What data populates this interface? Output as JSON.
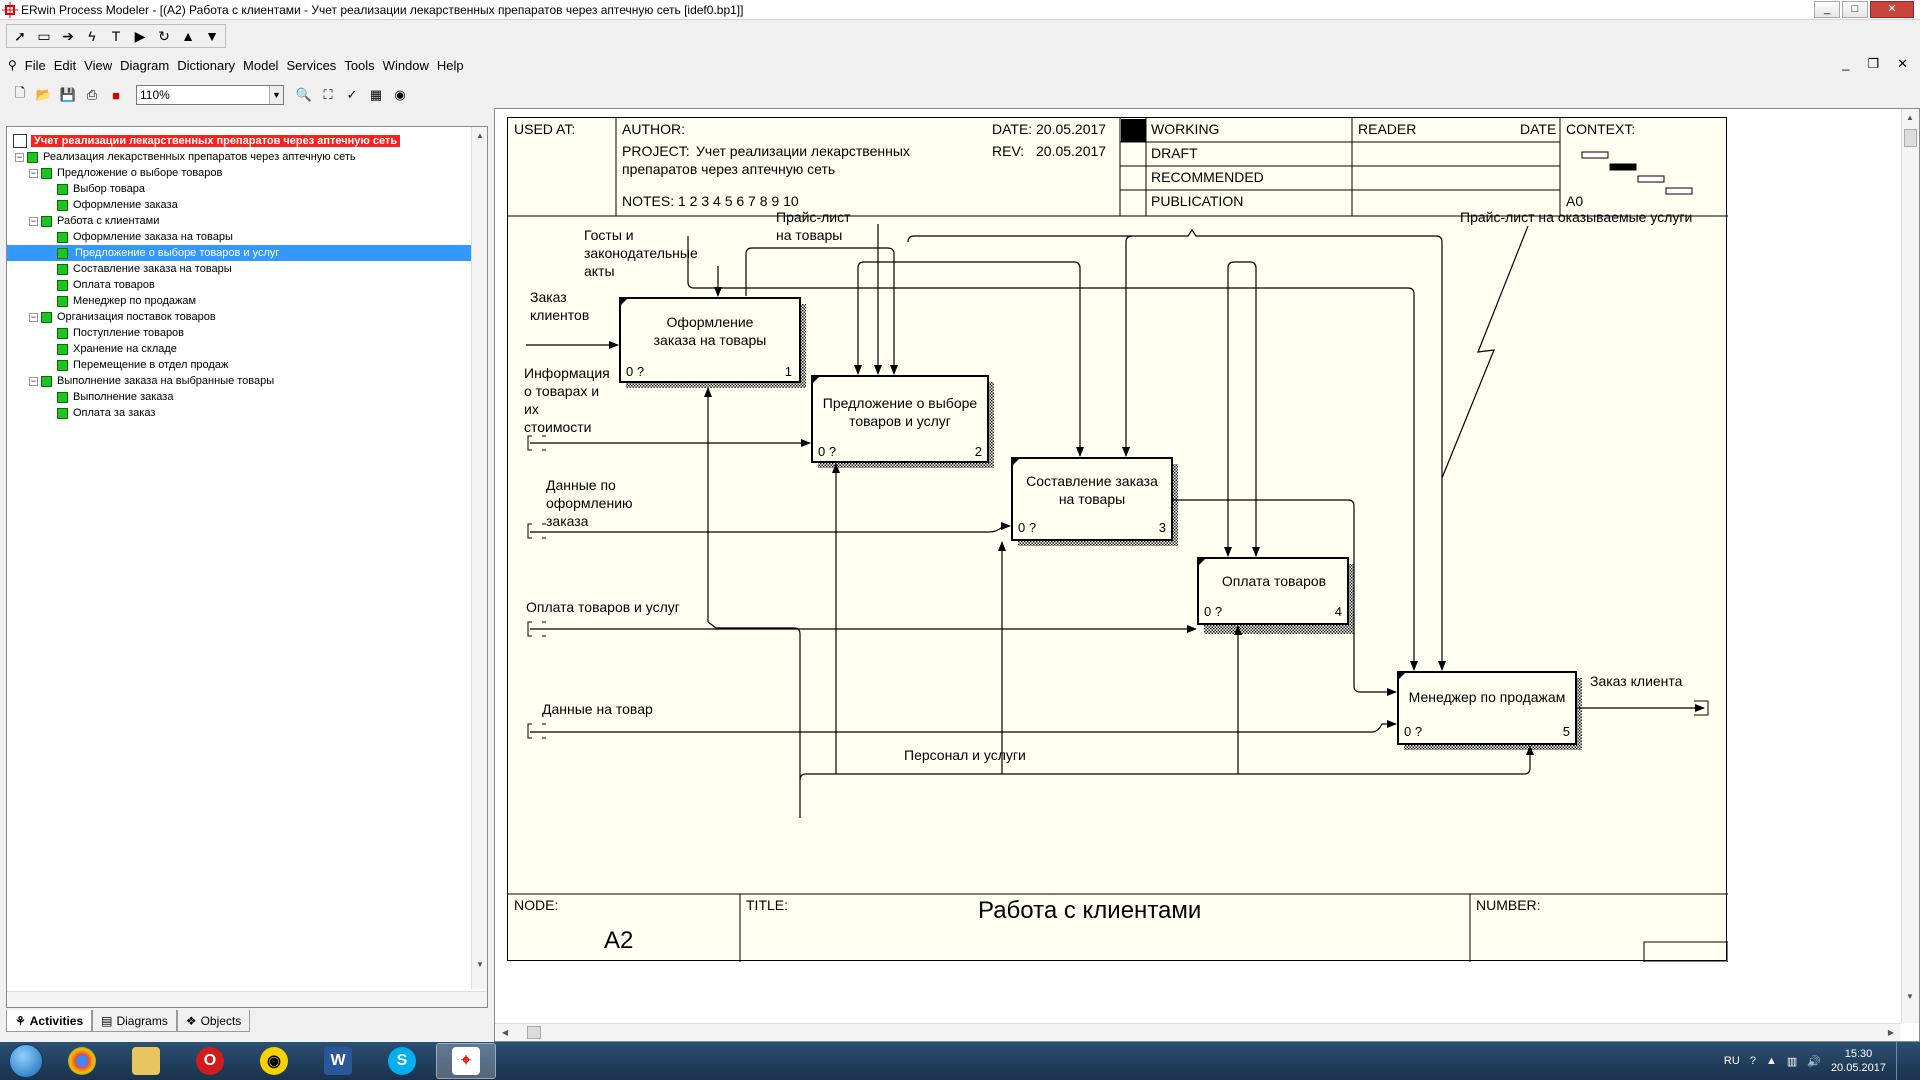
{
  "window": {
    "title": "ERwin Process Modeler - [(A2) Работа с клиентами - Учет реализации лекарственных препаратов через аптечную сеть  [idef0.bp1]]",
    "min": "_",
    "max": "□",
    "close": "✕"
  },
  "menu": [
    "File",
    "Edit",
    "View",
    "Diagram",
    "Dictionary",
    "Model",
    "Services",
    "Tools",
    "Window",
    "Help"
  ],
  "mdi": {
    "min": "_",
    "restore": "❐",
    "close": "✕"
  },
  "toolbar": {
    "zoom": "110%"
  },
  "tree": {
    "root": "Учет реализации лекарственных препаратов через аптечную сеть",
    "items": [
      {
        "level": 1,
        "label": "Реализация  лекарственных препаратов  через аптечную сеть",
        "exp": "⊟"
      },
      {
        "level": 2,
        "label": "Предложение о выборе товаров",
        "exp": "⊟"
      },
      {
        "level": 3,
        "label": "Выбор товара"
      },
      {
        "level": 3,
        "label": "Оформление заказа"
      },
      {
        "level": 2,
        "label": "Работа с клиентами",
        "exp": "⊟"
      },
      {
        "level": 3,
        "label": "Оформление  заказа на товары"
      },
      {
        "level": 3,
        "label": "Предложение о выборе  товаров и услуг",
        "selected": true
      },
      {
        "level": 3,
        "label": "Составление заказа  на товары"
      },
      {
        "level": 3,
        "label": "Оплата товаров"
      },
      {
        "level": 3,
        "label": "Менеджер по продажам"
      },
      {
        "level": 2,
        "label": "Организация поставок товаров",
        "exp": "⊟"
      },
      {
        "level": 3,
        "label": "Поступление товаров"
      },
      {
        "level": 3,
        "label": "Хранение на складе"
      },
      {
        "level": 3,
        "label": "Перемещение в  отдел продаж"
      },
      {
        "level": 2,
        "label": "Выполнение заказа  на выбранные товары",
        "exp": "⊟"
      },
      {
        "level": 3,
        "label": "Выполнение заказа"
      },
      {
        "level": 3,
        "label": "Оплата за заказ"
      }
    ]
  },
  "explorer_tabs": [
    "Activities",
    "Diagrams",
    "Objects"
  ],
  "header": {
    "used_at": "USED AT:",
    "author": "AUTHOR:",
    "project_label": "PROJECT:",
    "project_value": "Учет реализации лекарственных",
    "project_value2": "препаратов через аптечную сеть",
    "date_label": "DATE:",
    "date_value": "20.05.2017",
    "rev_label": "REV:",
    "rev_value": "20.05.2017",
    "notes": "NOTES:  1  2  3  4  5  6  7  8  9  10",
    "working": "WORKING",
    "draft": "DRAFT",
    "recommended": "RECOMMENDED",
    "publication": "PUBLICATION",
    "reader": "READER",
    "date": "DATE",
    "context": "CONTEXT:",
    "context_node": "A0"
  },
  "boxes": [
    {
      "title1": "Оформление",
      "title2": "заказа на товары",
      "cost": "0 ?",
      "num": "1"
    },
    {
      "title1": "Предложение о выборе",
      "title2": "товаров и услуг",
      "cost": "0 ?",
      "num": "2"
    },
    {
      "title1": "Составление заказа",
      "title2": "на товары",
      "cost": "0 ?",
      "num": "3"
    },
    {
      "title1": "Оплата товаров",
      "title2": "",
      "cost": "0 ?",
      "num": "4"
    },
    {
      "title1": "Менеджер по продажам",
      "title2": "",
      "cost": "0 ?",
      "num": "5"
    }
  ],
  "arrow_labels": {
    "gosty1": "Госты и",
    "gosty2": "законодательные",
    "gosty3": "акты",
    "price1": "Прайс-лист",
    "price2": "на товары",
    "price_services": "Прайс-лист на оказываемые услуги",
    "order1": "Заказ",
    "order2": "клиентов",
    "info1": "Информация",
    "info2": "о товарах и",
    "info3": "их",
    "info4": "стоимости",
    "data1": "Данные по",
    "data2": "оформлению",
    "data3": "заказа",
    "payment": "Оплата товаров и услуг",
    "goods_data": "Данные на товар",
    "staff": "Персонал и услуги",
    "client_order": "Заказ клиента"
  },
  "footer": {
    "node_label": "NODE:",
    "node_value": "A2",
    "title_label": "TITLE:",
    "title_value": "Работа с клиентами",
    "number_label": "NUMBER:"
  },
  "taskbar": {
    "lang": "RU",
    "time": "15:30",
    "date": "20.05.2017",
    "apps": [
      "chrome-icon",
      "explorer-icon",
      "opera-icon",
      "vpn-icon",
      "word-icon",
      "skype-icon",
      "erwin-icon"
    ]
  },
  "colors": {
    "root_highlight": "#ff1f1f",
    "selection": "#3399ff",
    "node_green": "#1fc41f",
    "paper": "#fffff2"
  }
}
